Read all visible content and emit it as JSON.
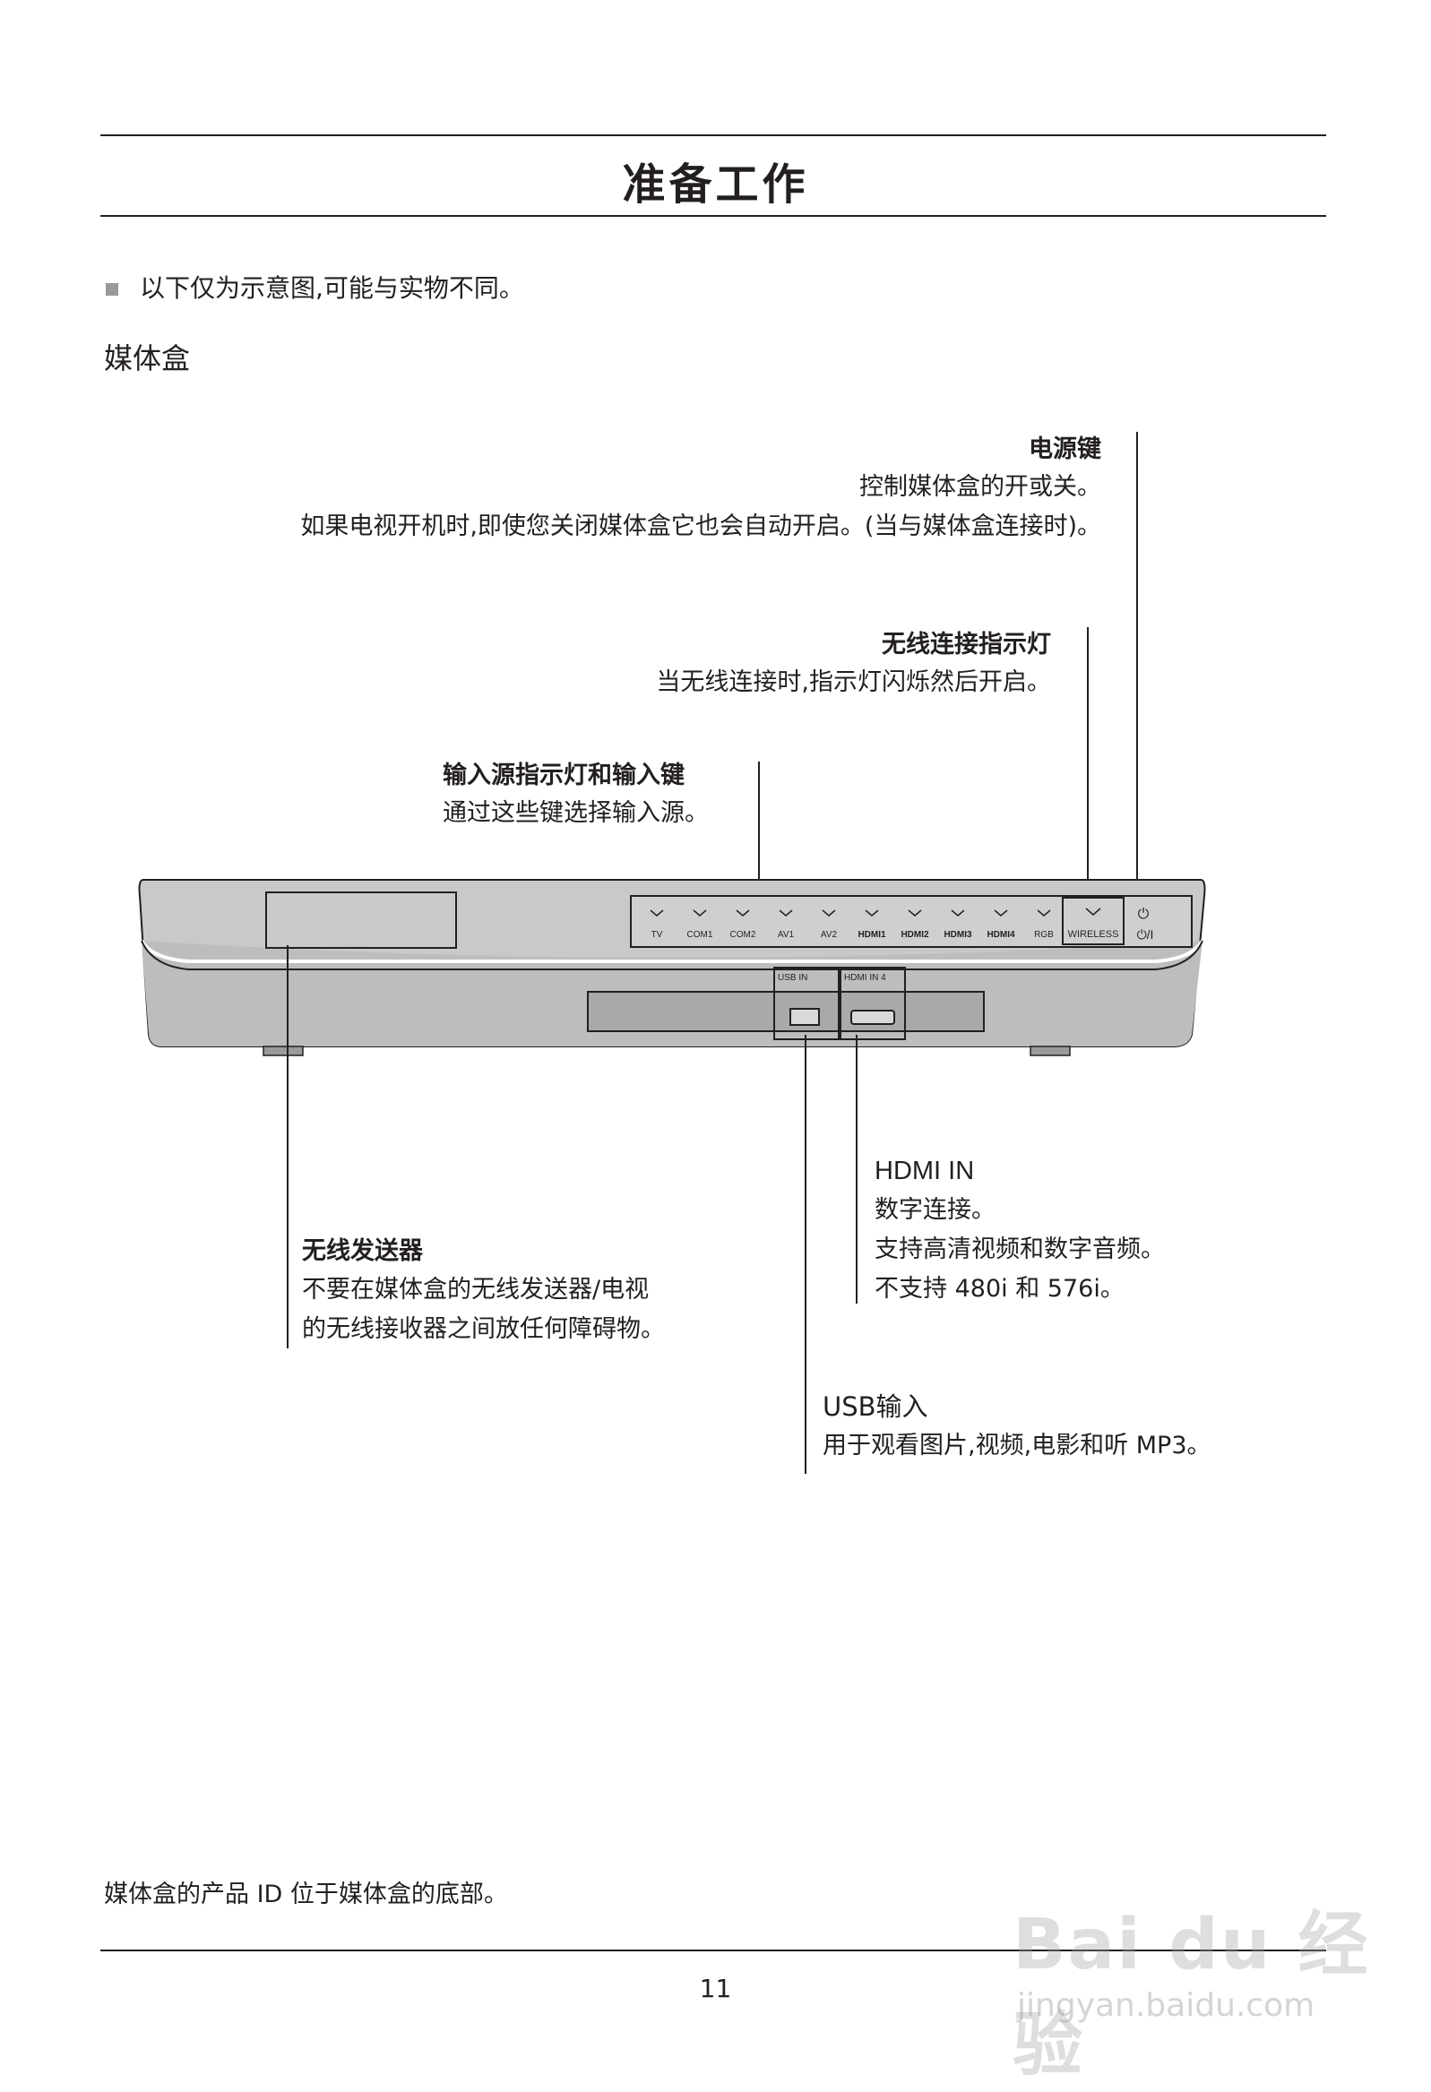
{
  "header": {
    "title": "准备工作"
  },
  "note": "以下仅为示意图,可能与实物不同。",
  "section_title": "媒体盒",
  "callouts": {
    "power": {
      "title": "电源键",
      "line1": "控制媒体盒的开或关。",
      "line2": "如果电视开机时,即使您关闭媒体盒它也会自动开启。(当与媒体盒连接时)。"
    },
    "wireless_led": {
      "title": "无线连接指示灯",
      "line1": "当无线连接时,指示灯闪烁然后开启。"
    },
    "input": {
      "title": "输入源指示灯和输入键",
      "line1": "通过这些键选择输入源。"
    },
    "hdmi": {
      "title": "HDMI IN",
      "line1": "数字连接。",
      "line2": "支持高清视频和数字音频。",
      "line3": "不支持 480i 和 576i。"
    },
    "transmitter": {
      "title": "无线发送器",
      "line1": "不要在媒体盒的无线发送器/电视",
      "line2": "的无线接收器之间放任何障碍物。"
    },
    "usb": {
      "title": "USB输入",
      "line1": "用于观看图片,视频,电影和听 MP3。"
    }
  },
  "device": {
    "buttons": [
      "TV",
      "COM1",
      "COM2",
      "AV1",
      "AV2",
      "HDMI1",
      "HDMI2",
      "HDMI3",
      "HDMI4",
      "RGB"
    ],
    "wireless_label": "WIRELESS",
    "power_label": "⏻/I",
    "usb_port_label": "USB IN",
    "hdmi_port_label": "HDMI IN 4"
  },
  "footer": {
    "note": "媒体盒的产品 ID 位于媒体盒的底部。",
    "page_number": "11"
  },
  "watermark": {
    "main": "Bai du 经验",
    "sub": "jingyan.baidu.com"
  }
}
